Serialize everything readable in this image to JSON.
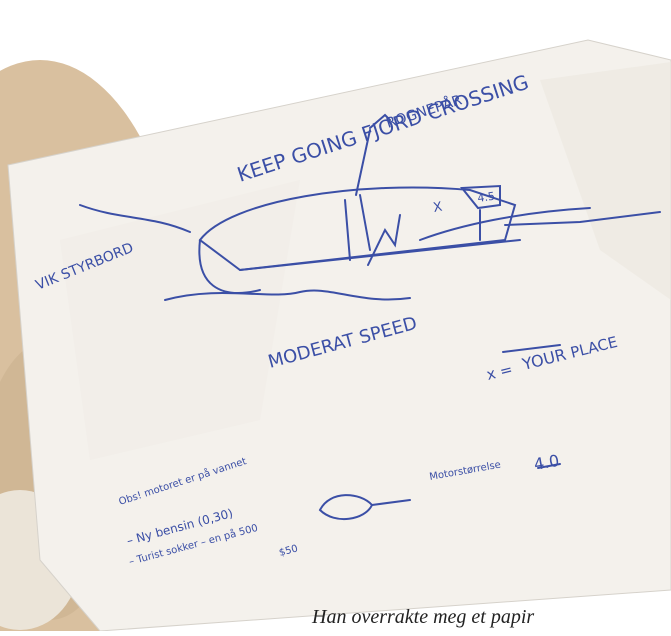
{
  "caption": "Han overrakte meg et papir",
  "sketch": {
    "title": "KEEP GOING FJORD CROSSING",
    "label_top": "ROGNEPÅR",
    "label_left": "VIK STYRBORD",
    "label_speed": "MODERAT SPEED",
    "legend_prefix": "x =",
    "legend_your": "YOUR",
    "legend_place": "PLACE",
    "marker": "X",
    "engine_number": "4.5",
    "note_line_1": "Obs! motoret er på vannet",
    "note_line_2": "– Ny bensin (0,30)",
    "note_line_3": "– Turist sokker – en på 500",
    "note_line_4": "$50",
    "right_note_label": "Motorstørrelse",
    "right_note_value": "4.0"
  },
  "colors": {
    "ink": "#3b4fa6",
    "paper": "#f4f1ec",
    "background_beige": "#dcc5a6"
  }
}
